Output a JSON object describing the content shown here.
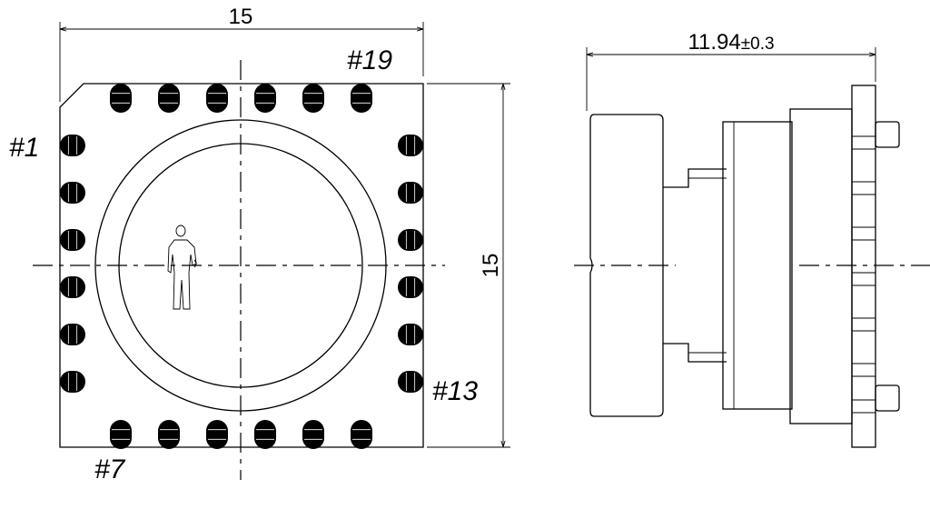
{
  "front_view": {
    "width_dim": "15",
    "height_dim": "15",
    "pin_labels": {
      "pin1": "#1",
      "pin7": "#7",
      "pin13": "#13",
      "pin19": "#19"
    },
    "pads_per_side": 6,
    "human_figure_icon": "person-icon"
  },
  "side_view": {
    "depth_dim": "11.94",
    "tolerance": "±0.3"
  }
}
